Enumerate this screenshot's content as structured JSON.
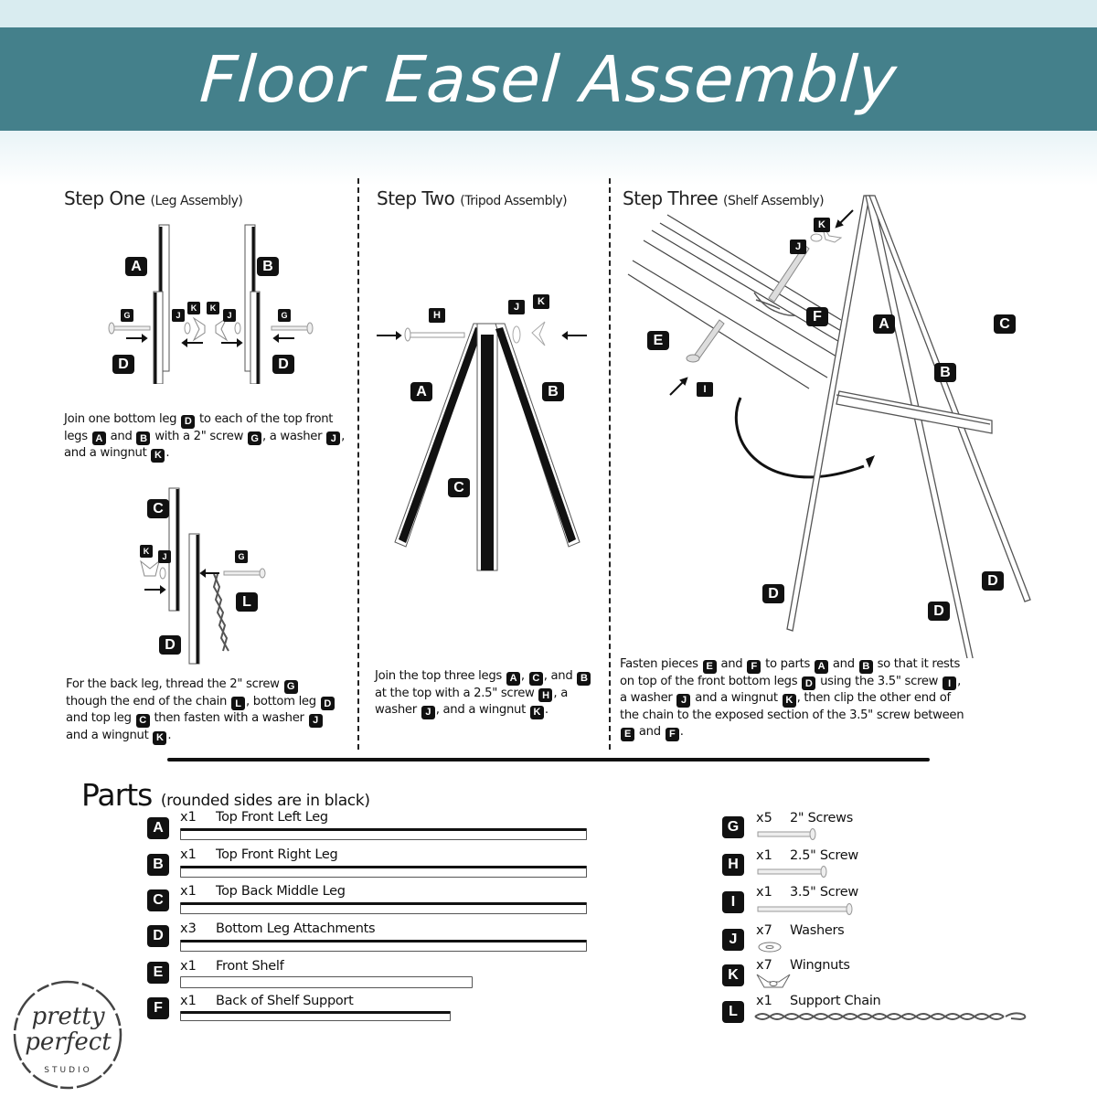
{
  "header": {
    "title": "Floor Easel Assembly",
    "banner_color": "#44808b"
  },
  "steps": [
    {
      "title": "Step One",
      "subtitle": "(Leg Assembly)",
      "paragraphs": [
        {
          "segments": [
            "Join one bottom leg ",
            "D",
            " to each of the top front",
            "legs ",
            "A",
            " and ",
            "B",
            " with a 2\" screw ",
            "G",
            ", a washer ",
            "J",
            ",",
            "and a wingnut ",
            "K",
            "."
          ]
        },
        {
          "segments": [
            "For the back leg, thread the 2\" screw ",
            "G",
            "though the end of the chain ",
            "L",
            ", bottom leg ",
            "D",
            "and top leg ",
            "C",
            " then fasten with a washer ",
            "J",
            "and a wingnut ",
            "K",
            "."
          ]
        }
      ],
      "diagram_labels": [
        "A",
        "B",
        "D",
        "D",
        "G",
        "G",
        "J",
        "J",
        "K",
        "K",
        "C",
        "D",
        "K",
        "J",
        "G",
        "L"
      ]
    },
    {
      "title": "Step Two",
      "subtitle": "(Tripod Assembly)",
      "paragraphs": [
        {
          "segments": [
            "Join the top three legs ",
            "A",
            ", ",
            "C",
            ", and ",
            "B",
            "at the top with a 2.5\" screw ",
            "H",
            ", a",
            "washer ",
            "J",
            ", and a wingnut ",
            "K",
            "."
          ]
        }
      ],
      "diagram_labels": [
        "H",
        "J",
        "K",
        "A",
        "B",
        "C"
      ]
    },
    {
      "title": "Step Three",
      "subtitle": "(Shelf Assembly)",
      "paragraphs": [
        {
          "segments": [
            "Fasten pieces ",
            "E",
            " and ",
            "F",
            " to parts ",
            "A",
            " and ",
            "B",
            " so that it rests",
            "on top of the front bottom legs ",
            "D",
            " using the 3.5\" screw ",
            "I",
            ",",
            "a washer ",
            "J",
            " and a wingnut ",
            "K",
            ", then clip the other end of",
            "the chain to the exposed section of the 3.5\" screw between",
            "E",
            " and ",
            "F",
            "."
          ]
        }
      ],
      "diagram_labels": [
        "K",
        "J",
        "F",
        "E",
        "I",
        "A",
        "C",
        "B",
        "D",
        "D",
        "D"
      ]
    }
  ],
  "parts": {
    "title": "Parts",
    "subtitle": "(rounded sides are in black)",
    "left": [
      {
        "tag": "A",
        "qty": "x1",
        "name": "Top Front Left Leg"
      },
      {
        "tag": "B",
        "qty": "x1",
        "name": "Top Front Right Leg"
      },
      {
        "tag": "C",
        "qty": "x1",
        "name": "Top Back Middle Leg"
      },
      {
        "tag": "D",
        "qty": "x3",
        "name": "Bottom Leg Attachments"
      },
      {
        "tag": "E",
        "qty": "x1",
        "name": "Front Shelf"
      },
      {
        "tag": "F",
        "qty": "x1",
        "name": "Back of Shelf Support"
      }
    ],
    "right": [
      {
        "tag": "G",
        "qty": "x5",
        "name": "2\" Screws"
      },
      {
        "tag": "H",
        "qty": "x1",
        "name": "2.5\" Screw"
      },
      {
        "tag": "I",
        "qty": "x1",
        "name": "3.5\" Screw"
      },
      {
        "tag": "J",
        "qty": "x7",
        "name": "Washers"
      },
      {
        "tag": "K",
        "qty": "x7",
        "name": "Wingnuts"
      },
      {
        "tag": "L",
        "qty": "x1",
        "name": "Support Chain"
      }
    ]
  },
  "logo": {
    "line1": "pretty",
    "line2": "perfect",
    "line3": "STUDIO"
  }
}
